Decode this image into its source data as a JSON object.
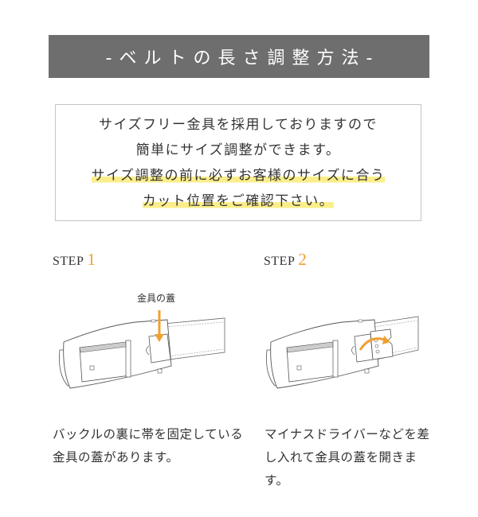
{
  "header": {
    "title": "-ベルトの長さ調整方法-",
    "background_color": "#6e6e6e"
  },
  "intro": {
    "lines": [
      "サイズフリー金具を採用しておりますので",
      "簡単にサイズ調整ができます。"
    ],
    "highlighted_lines": [
      "サイズ調整の前に必ずお客様のサイズに合う",
      "カット位置をご確認下さい。"
    ],
    "highlight_color": "#fbee8a"
  },
  "steps": [
    {
      "label": "STEP",
      "number": "1",
      "callout": "金具の蓋",
      "illustration": "belt-buckle-back-arrow-down-icon",
      "description": "バックルの裏に帯を固定している金具の蓋があります。"
    },
    {
      "label": "STEP",
      "number": "2",
      "illustration": "belt-buckle-lid-open-arrow-icon",
      "description": "マイナスドライバーなどを差し入れて金具の蓋を開きます。"
    }
  ],
  "accent_color": "#f0a030"
}
